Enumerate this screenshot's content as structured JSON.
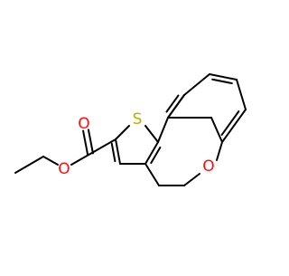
{
  "molecule": {
    "atom_color": "#000000",
    "heteroatom_colors": {
      "S": "#b2b200",
      "O": "#ff0d0d"
    },
    "atoms": [
      {
        "id": "a1",
        "element": "O",
        "label": "O"
      },
      {
        "id": "a2",
        "element": "O",
        "label": "O"
      },
      {
        "id": "a3",
        "element": "S",
        "label": "S"
      },
      {
        "id": "a4",
        "element": "O",
        "label": "O"
      }
    ]
  }
}
